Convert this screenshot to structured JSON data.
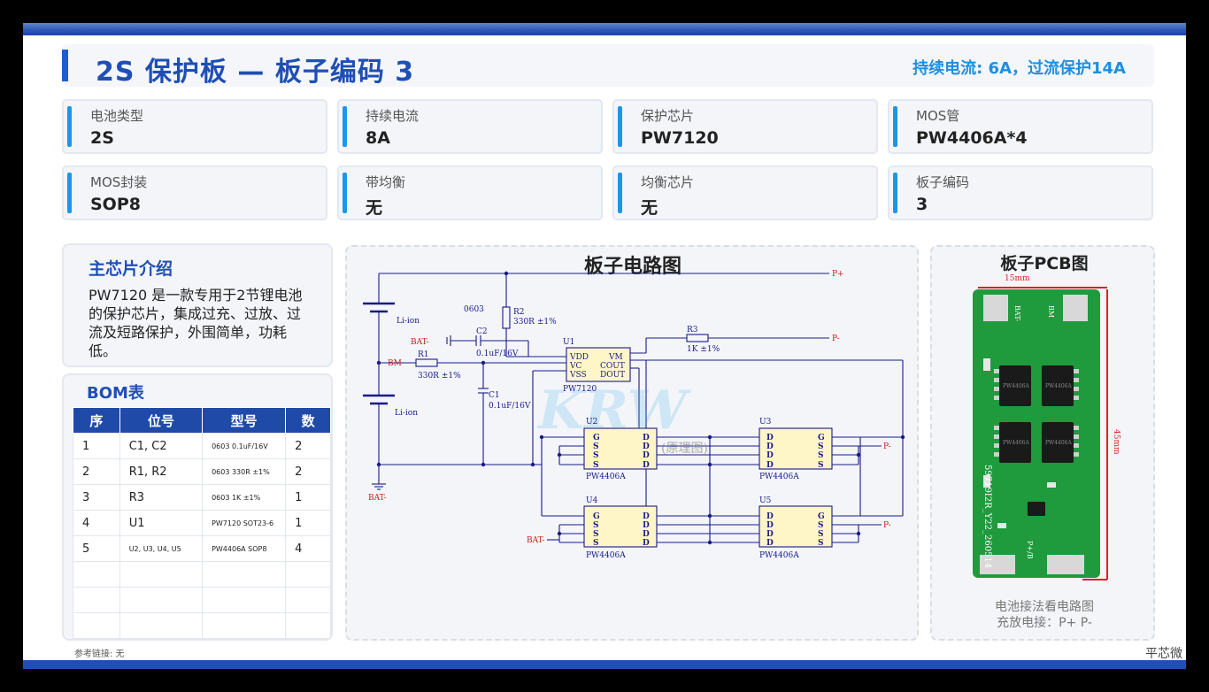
{
  "header": {
    "title": "2S 保护板 — 板子编码 3",
    "subtitle": "持续电流: 6A，过流保护14A"
  },
  "specs": [
    {
      "label": "电池类型",
      "value": "2S"
    },
    {
      "label": "持续电流",
      "value": "8A"
    },
    {
      "label": "保护芯片",
      "value": "PW7120"
    },
    {
      "label": "MOS管",
      "value": "PW4406A*4"
    },
    {
      "label": "MOS封装",
      "value": "SOP8"
    },
    {
      "label": "带均衡",
      "value": "无"
    },
    {
      "label": "均衡芯片",
      "value": "无"
    },
    {
      "label": "板子编码",
      "value": "3"
    }
  ],
  "intro": {
    "title": "主芯片介绍",
    "text": "PW7120 是一款专用于2节锂电池的保护芯片，集成过充、过放、过流及短路保护，外围简单，功耗低。"
  },
  "bom": {
    "title": "BOM表",
    "headers": [
      "序",
      "位号",
      "型号",
      "数"
    ],
    "rows": [
      [
        "1",
        "C1, C2",
        "0603 0.1uF/16V",
        "2"
      ],
      [
        "2",
        "R1, R2",
        "0603 330R ±1%",
        "2"
      ],
      [
        "3",
        "R3",
        "0603 1K ±1%",
        "1"
      ],
      [
        "4",
        "U1",
        "PW7120 SOT23-6",
        "1"
      ],
      [
        "5",
        "U2, U3, U4, U5",
        "PW4406A SOP8",
        "4"
      ]
    ]
  },
  "circuit": {
    "title": "板子电路图",
    "watermark": "KRW",
    "watermark_sub": "(原理图)",
    "labels": {
      "p_plus": "P+",
      "p_minus": "P-",
      "bat_minus": "BAT-",
      "bm": "BM",
      "li_ion": "Li-ion",
      "c2": "C2",
      "c1": "C1",
      "r1": "R1",
      "r2": "R2",
      "r3": "R3",
      "cap_val": "0.1uF/16V",
      "r330": "330R ±1%",
      "r1k": "1K ±1%",
      "pkg": "0603",
      "u1": "U1",
      "u1_part": "PW7120",
      "vdd": "VDD",
      "vc": "VC",
      "vss": "VSS",
      "vm": "VM",
      "cout": "COUT",
      "dout": "DOUT",
      "u2": "U2",
      "u3": "U3",
      "u4": "U4",
      "u5": "U5",
      "mos_part": "PW4406A",
      "g": "G",
      "s": "S",
      "d": "D"
    }
  },
  "pcb": {
    "title": "板子PCB图",
    "width_label": "15mm",
    "height_label": "45mm",
    "silk_bat": "BAT-",
    "silk_bm": "BM",
    "silk_code": "59719I2R_Y22_260514",
    "silk_pb": "P+/B",
    "chip_text": "PW4406A",
    "caption_1": "电池接法看电路图",
    "caption_2": "充放电接：P+ P-"
  },
  "footer": {
    "note": "参考链接: 无",
    "brand": "平芯微"
  },
  "colors": {
    "primary": "#1f4fb5",
    "accent": "#1e96e8",
    "table_header": "#1f4aa8",
    "schematic": "#1a1a8a",
    "pcb_green": "#1f9a3c"
  }
}
